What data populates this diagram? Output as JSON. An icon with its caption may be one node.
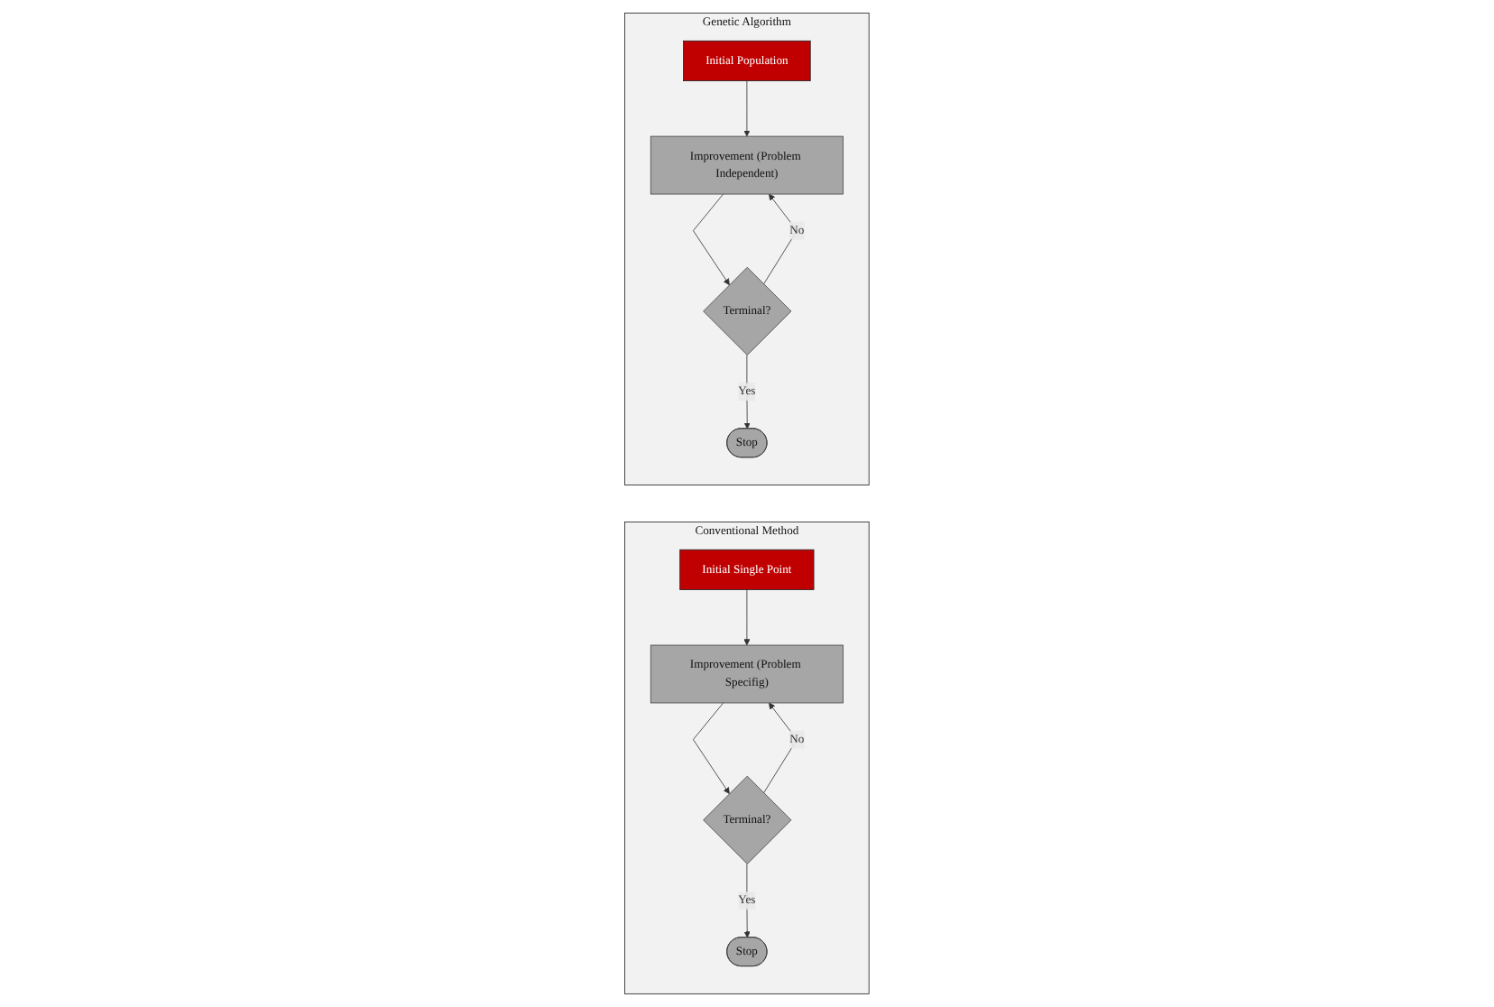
{
  "diagram": {
    "nodes": [
      {
        "text": [
          "Conventional Method"
        ]
      },
      {
        "text": [
          "Initial Single Point"
        ],
        "in": 0
      },
      {
        "text": [
          "Improvement (Problem Specifig)"
        ],
        "in": 0
      },
      {
        "text": [
          "Terminal?"
        ],
        "in": 0
      },
      {
        "text": [
          "Stop"
        ],
        "in": 0
      },
      {
        "text": [
          "Genetic Algorithm"
        ]
      },
      {
        "text": [
          "Initial Population"
        ],
        "in": 5
      },
      {
        "text": [
          "Improvement (Problem Independent)"
        ],
        "in": 5
      },
      {
        "text": [
          "Terminal?"
        ],
        "in": 5
      },
      {
        "text": [
          "Stop"
        ],
        "in": 5
      }
    ],
    "edges": [
      {
        "from": 1,
        "to": 2,
        "arrow": "to"
      },
      {
        "from": 2,
        "to": 3,
        "arrow": "to"
      },
      {
        "from": 3,
        "to": 2,
        "label": "No",
        "arrow": "to"
      },
      {
        "from": 3,
        "to": 4,
        "label": "Yes",
        "arrow": "to"
      },
      {
        "from": 6,
        "to": 7,
        "arrow": "to"
      },
      {
        "from": 7,
        "to": 8,
        "arrow": "to"
      },
      {
        "from": 8,
        "to": 7,
        "label": "No",
        "arrow": "to"
      },
      {
        "from": 8,
        "to": 9,
        "label": "Yes",
        "arrow": "to"
      }
    ]
  }
}
